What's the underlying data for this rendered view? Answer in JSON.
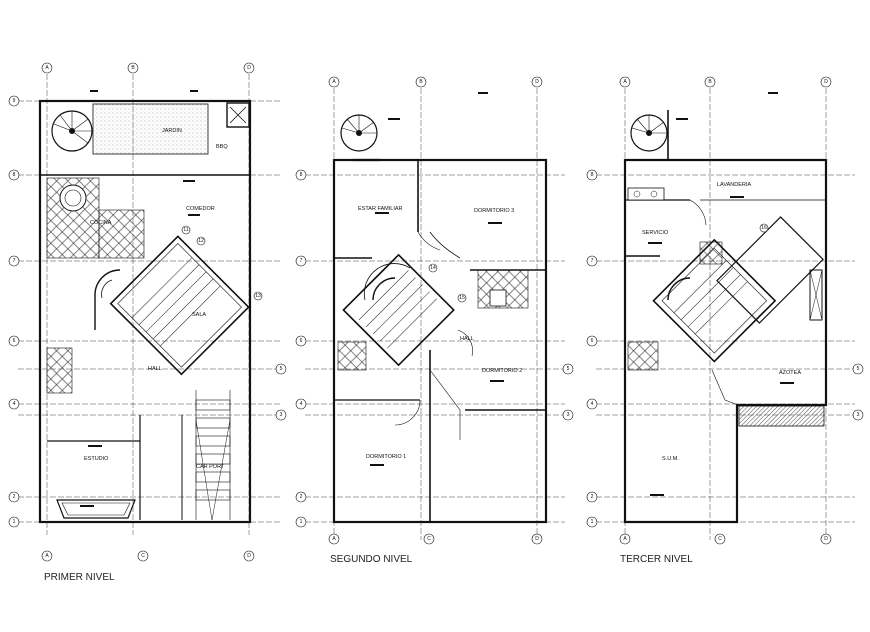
{
  "plans": [
    {
      "title": "PRIMER NIVEL",
      "rooms": [
        "JARDIN",
        "BBQ",
        "COMEDOR",
        "COCINA",
        "SALA",
        "HALL",
        "ESTUDIO",
        "CAR PORT"
      ],
      "grid_cols_top": [
        "A",
        "B",
        "D"
      ],
      "grid_cols_bottom": [
        "A",
        "C",
        "D"
      ],
      "grid_rows": [
        "9",
        "8",
        "7",
        "6",
        "5",
        "4",
        "3",
        "2",
        "1"
      ]
    },
    {
      "title": "SEGUNDO NIVEL",
      "rooms": [
        "ESTAR FAMILIAR",
        "DORMITORIO 3",
        "HALL",
        "DORMITORIO 2",
        "DORMITORIO 1"
      ],
      "grid_cols_top": [
        "A",
        "B",
        "D"
      ],
      "grid_cols_bottom": [
        "A",
        "C",
        "D"
      ],
      "grid_rows": [
        "8",
        "7",
        "6",
        "5",
        "4",
        "3",
        "2",
        "1"
      ]
    },
    {
      "title": "TERCER NIVEL",
      "rooms": [
        "LAVANDERIA",
        "SERVICIO",
        "AZOTEA",
        "S.U.M."
      ],
      "grid_cols_top": [
        "A",
        "B",
        "D"
      ],
      "grid_cols_bottom": [
        "A",
        "C",
        "D"
      ],
      "grid_rows": [
        "8",
        "7",
        "6",
        "5",
        "4",
        "3",
        "2",
        "1"
      ]
    }
  ],
  "diagonal_labels": [
    "11",
    "12",
    "13",
    "14",
    "15",
    "16"
  ],
  "colors": {
    "line": "#111111",
    "hatch": "#333333",
    "background": "#ffffff"
  }
}
